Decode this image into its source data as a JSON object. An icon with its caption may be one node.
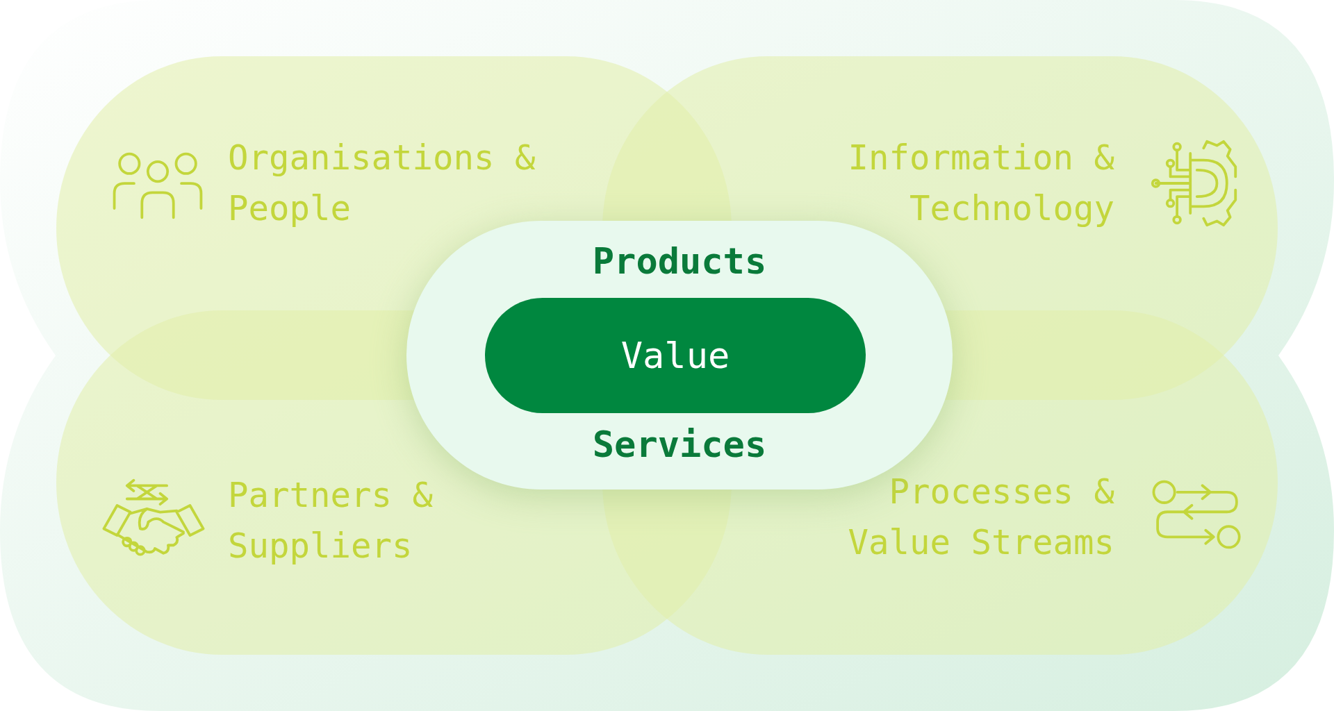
{
  "diagram": {
    "nodes": [
      {
        "text": [
          "Organisations & People"
        ]
      },
      {
        "text": [
          "Information & Technology"
        ]
      },
      {
        "text": [
          "Partners & Suppliers"
        ]
      },
      {
        "text": [
          "Processes & Value Streams"
        ]
      },
      {
        "text": [
          "Products",
          "Services"
        ]
      },
      {
        "text": [
          "Value"
        ],
        "in": 4
      }
    ],
    "edges": []
  }
}
